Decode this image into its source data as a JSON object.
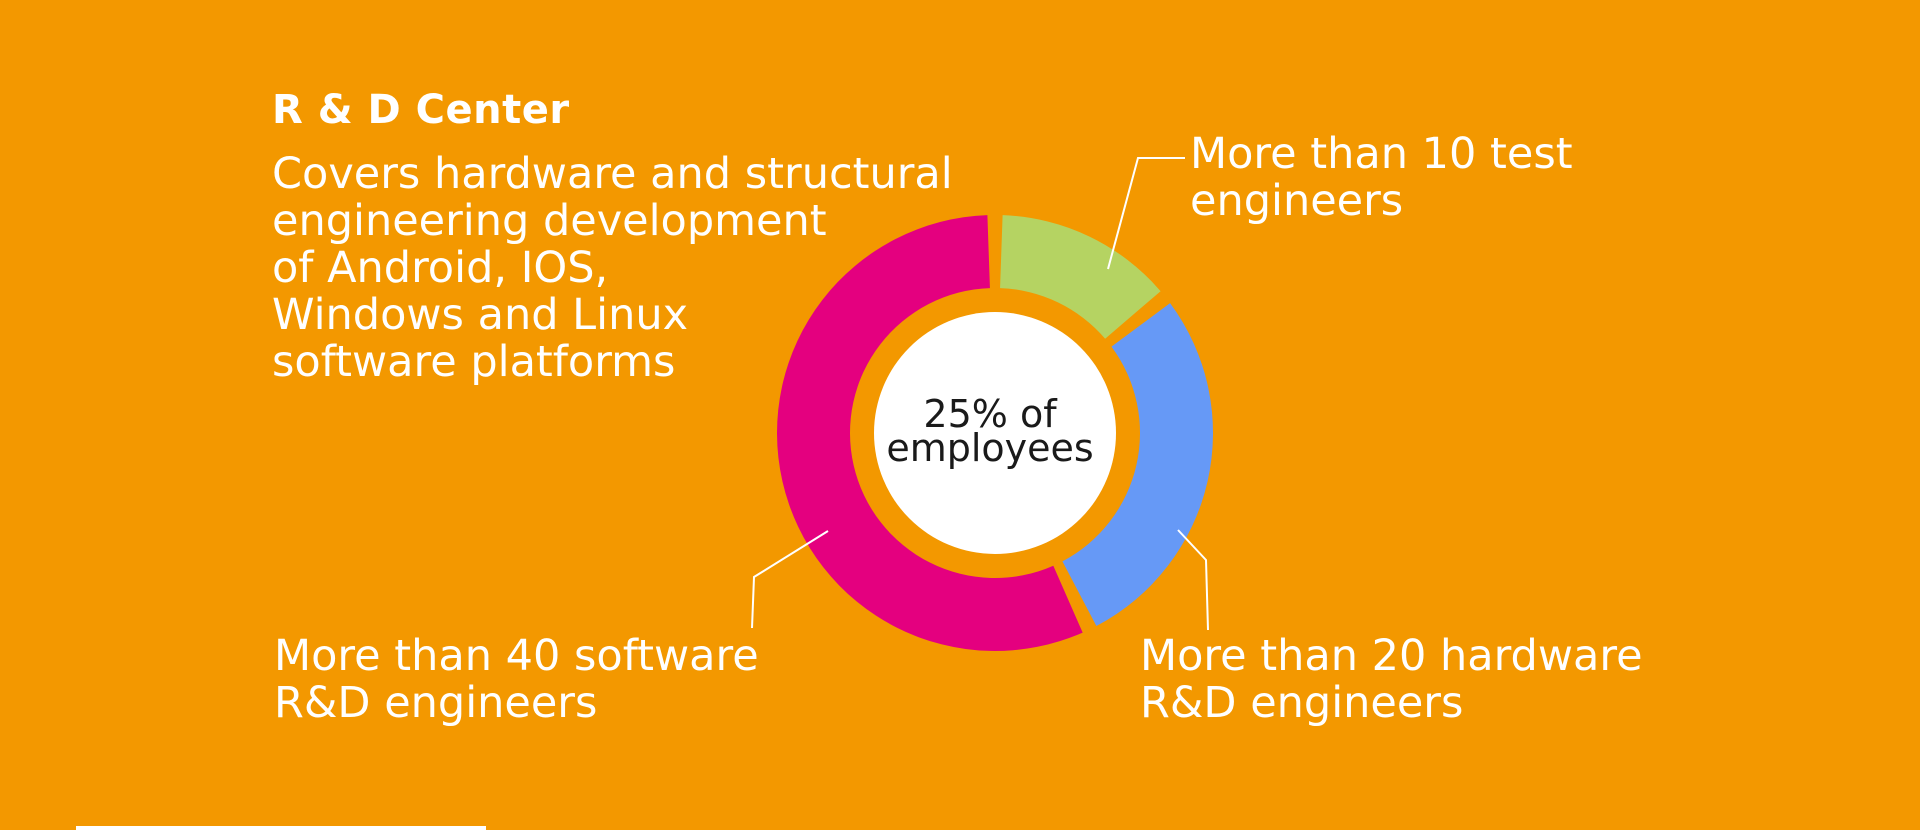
{
  "header": {
    "title": "R & D Center",
    "description_lines": [
      "Covers hardware and structural",
      "engineering development",
      "of Android, IOS,",
      "Windows and Linux",
      "software platforms"
    ]
  },
  "center_label": {
    "line1": "25% of",
    "line2": "employees"
  },
  "callouts": {
    "test": [
      "More than 10 test",
      "engineers"
    ],
    "software": [
      "More than 40 software",
      "R&D engineers"
    ],
    "hardware": [
      "More than 20 hardware",
      "R&D engineers"
    ]
  },
  "colors": {
    "background": "#F39800",
    "test": "#B5D362",
    "hardware": "#6699F6",
    "software": "#E4007F",
    "center": "#FFFFFF"
  },
  "chart_data": {
    "type": "pie",
    "style": "donut",
    "title": "",
    "categories": [
      "More than 10 test engineers",
      "More than 20 hardware R&D engineers",
      "More than 40 software R&D engineers"
    ],
    "values": [
      10,
      20,
      40
    ],
    "order": "clockwise from top",
    "legend": "callouts"
  }
}
